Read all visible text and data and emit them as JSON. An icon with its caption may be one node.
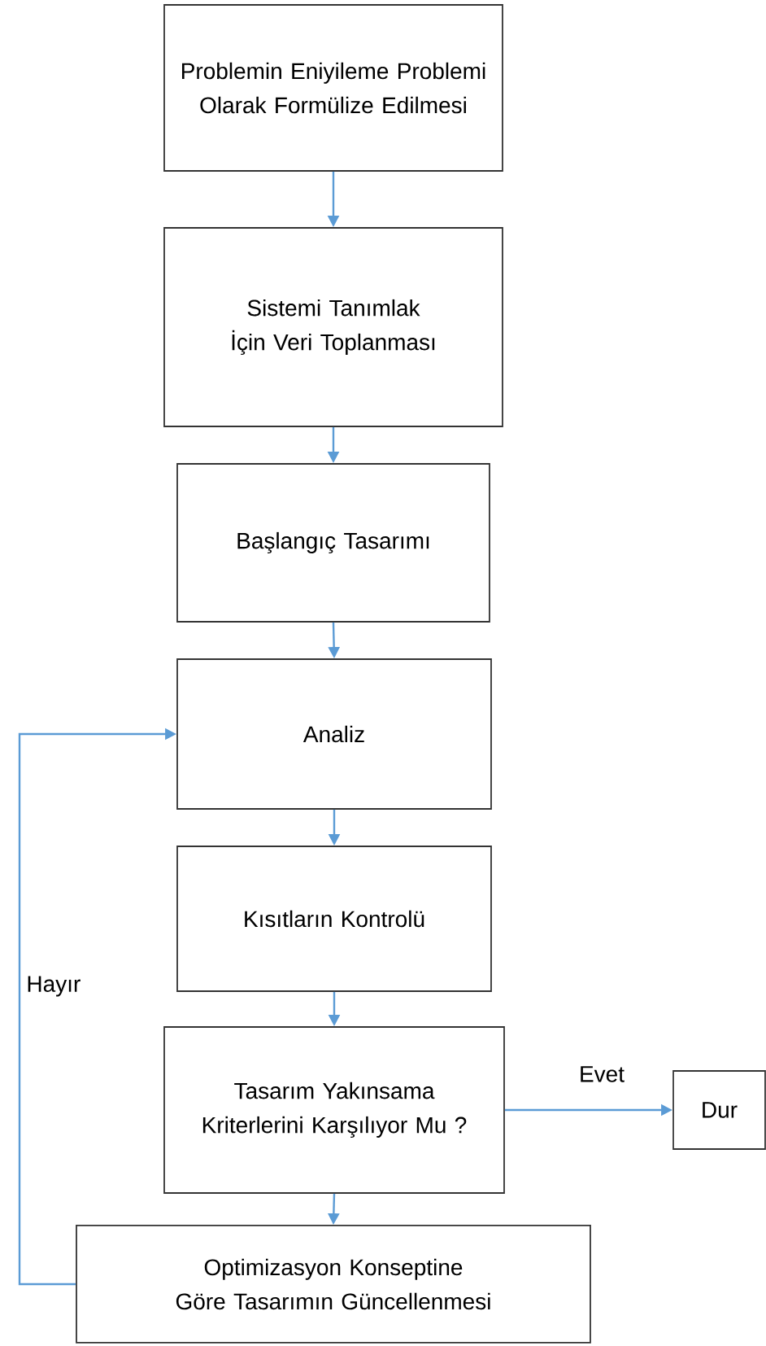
{
  "diagram": {
    "nodes": [
      {
        "text": [
          "Problemin Eniyileme Problemi Olarak Formülize Edilmesi"
        ]
      },
      {
        "text": [
          "Sistemi Tanımlak İçin Veri Toplanması"
        ]
      },
      {
        "text": [
          "Başlangıç Tasarımı"
        ]
      },
      {
        "text": [
          "Analiz"
        ]
      },
      {
        "text": [
          "Kısıtların Kontrolü"
        ]
      },
      {
        "text": [
          "Tasarım Yakınsama Kriterlerini Karşılıyor Mu ?"
        ]
      },
      {
        "text": [
          "Optimizasyon Konseptine Göre Tasarımın Güncellenmesi"
        ]
      },
      {
        "text": [
          "Dur"
        ]
      }
    ],
    "edges": [
      {
        "from": 0,
        "to": 1,
        "arrow": "to"
      },
      {
        "from": 1,
        "to": 2,
        "arrow": "to"
      },
      {
        "from": 2,
        "to": 3,
        "arrow": "to"
      },
      {
        "from": 3,
        "to": 4,
        "arrow": "to"
      },
      {
        "from": 4,
        "to": 5,
        "arrow": "to"
      },
      {
        "from": 5,
        "to": 7,
        "arrow": "to",
        "label": "Evet"
      },
      {
        "from": 5,
        "to": 6,
        "arrow": "to"
      },
      {
        "from": 6,
        "to": 3,
        "arrow": "to",
        "label": "Hayır"
      }
    ]
  }
}
